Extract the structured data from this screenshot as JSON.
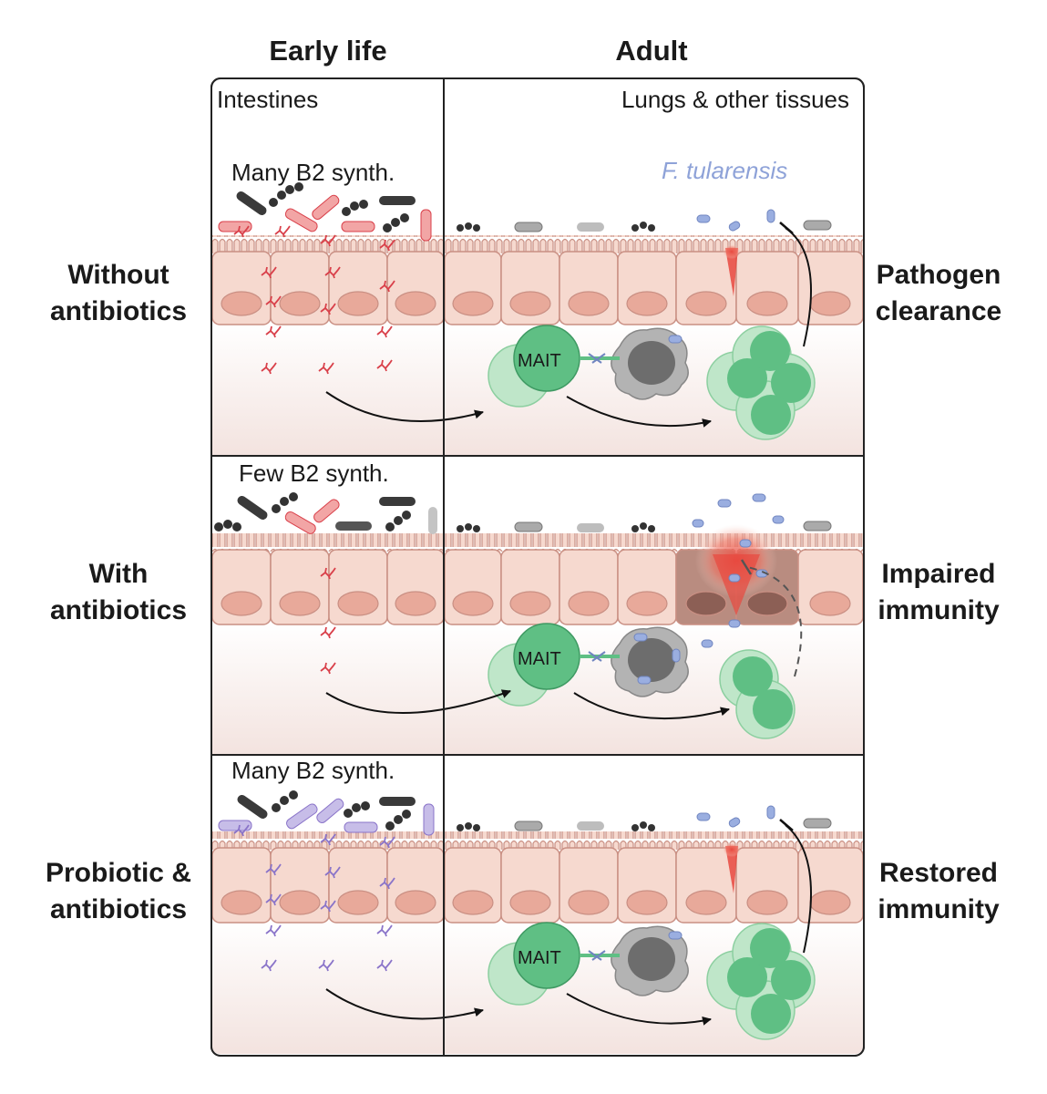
{
  "columns": {
    "early": "Early life",
    "adult": "Adult"
  },
  "regions": {
    "left": "Intestines",
    "right": "Lungs & other tissues"
  },
  "pathogen": "F. tularensis",
  "cell_label": "MAIT",
  "rows": [
    {
      "left_label": "Without\nantibiotics",
      "synth": "Many B2 synth.",
      "outcome": "Pathogen\nclearance"
    },
    {
      "left_label": "With\nantibiotics",
      "synth": "Few B2 synth.",
      "outcome": "Impaired\nimmunity"
    },
    {
      "left_label": "Probiotic &\nantibiotics",
      "synth": "Many B2 synth.",
      "outcome": "Restored\nimmunity"
    }
  ],
  "colors": {
    "epithelium": "#f6d9cf",
    "nucleus": "#e8a99a",
    "mait": "#5fbf84",
    "mait_light": "#bfe6c9",
    "metabolite_red": "#d9404a",
    "metabolite_purple": "#8a74c9",
    "pathogen": "#9aaee0",
    "macrophage": "#8c8c8c"
  }
}
